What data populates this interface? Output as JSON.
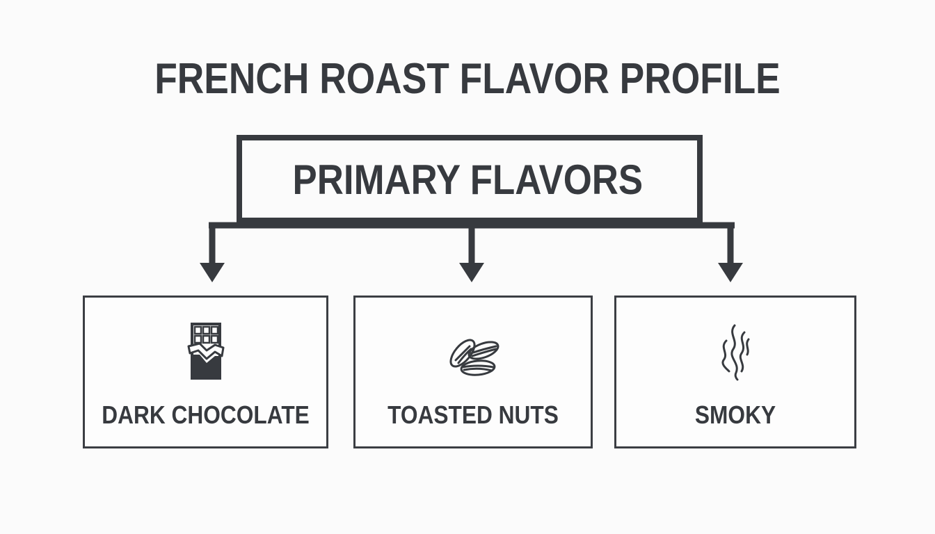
{
  "title": "FRENCH ROAST FLAVOR PROFILE",
  "primary": {
    "label": "PRIMARY FLAVORS"
  },
  "flavors": [
    {
      "label": "DARK CHOCOLATE",
      "icon": "chocolate-bar-icon"
    },
    {
      "label": "TOASTED NUTS",
      "icon": "almonds-icon"
    },
    {
      "label": "SMOKY",
      "icon": "smoke-icon"
    }
  ],
  "colors": {
    "ink": "#373a3f",
    "background": "#fbfbfb"
  }
}
